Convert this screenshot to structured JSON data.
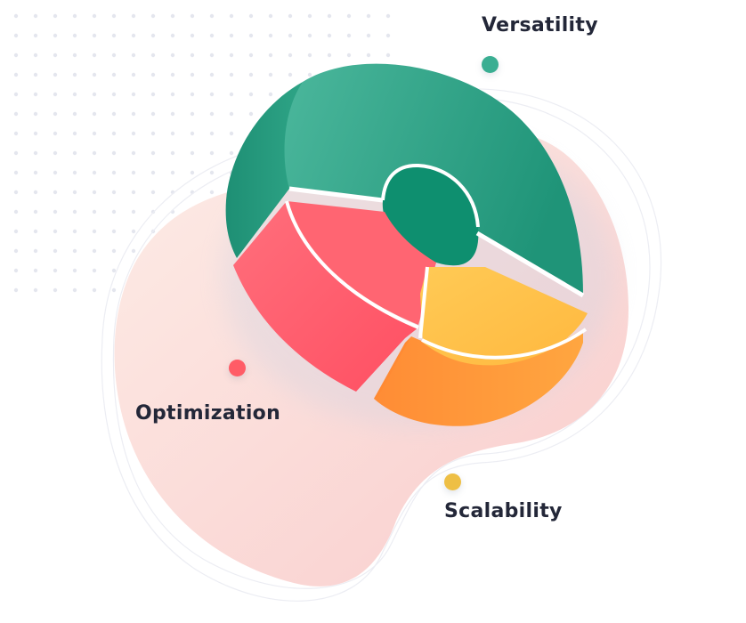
{
  "labels": {
    "versatility": "Versatility",
    "optimization": "Optimization",
    "scalability": "Scalability"
  },
  "colors": {
    "label_text": "#232738",
    "versatility": "#3aae92",
    "optimization": "#ff5c66",
    "scalability": "#eebf45",
    "segment_green": "#2f9e84",
    "segment_red": "#ff5a6b",
    "segment_yellow": "#ffc24b",
    "segment_orange": "#ff9a3a",
    "blob": "#fbd7d2"
  },
  "icons": [
    "pie-chart-3d-illustration",
    "dot-grid-decoration",
    "background-blob"
  ]
}
